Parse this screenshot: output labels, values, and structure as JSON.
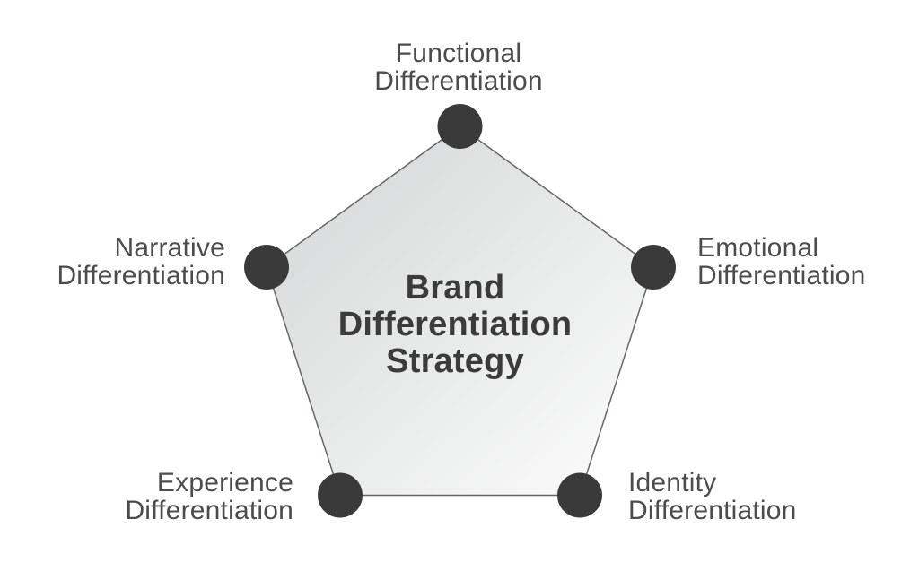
{
  "title": {
    "lines": [
      "Brand",
      "Differentiation",
      "Strategy"
    ]
  },
  "nodes": [
    {
      "id": "functional",
      "line1": "Functional",
      "line2": "Differentiation",
      "position": "top"
    },
    {
      "id": "emotional",
      "line1": "Emotional",
      "line2": "Differentiation",
      "position": "right"
    },
    {
      "id": "identity",
      "line1": "Identity",
      "line2": "Differentiation",
      "position": "bottom-right"
    },
    {
      "id": "experience",
      "line1": "Experience",
      "line2": "Differentiation",
      "position": "bottom-left"
    },
    {
      "id": "narrative",
      "line1": "Narrative",
      "line2": "Differentiation",
      "position": "left"
    }
  ],
  "colors": {
    "background": "#ffffff",
    "node_fill": "#3a3a3a",
    "pentagon_stroke": "#666666",
    "pentagon_gradient_start": "#d2d5d5",
    "pentagon_gradient_end": "#fdfdfd",
    "label_text": "#4c4c4c",
    "title_text": "#3b3b3b"
  }
}
